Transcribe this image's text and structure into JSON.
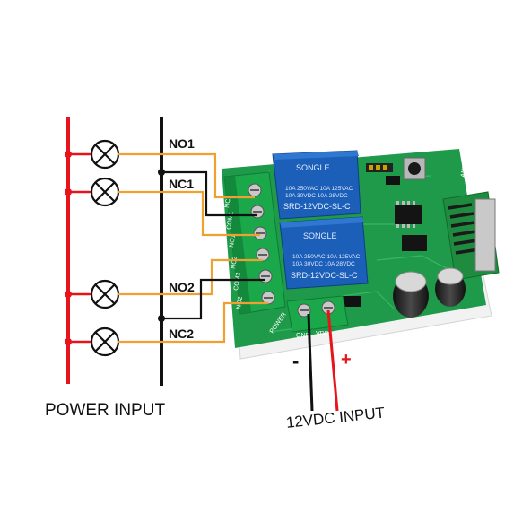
{
  "terminals": {
    "no1": "NO1",
    "nc1": "NC1",
    "no2": "NO2",
    "nc2": "NC2"
  },
  "power_input_label": "POWER INPUT",
  "dc_input": {
    "label": "12VDC INPUT",
    "minus": "-",
    "plus": "+"
  },
  "board": {
    "relay_brand": "SONGLE",
    "relay_model": "SRD-12VDC-SL-C",
    "relay_rating_1": "10A 250VAC  10A 125VAC",
    "relay_rating_2": "10A 30VDC   10A 28VDC",
    "terminal_labels": [
      "NC1",
      "COM1",
      "NO1",
      "NC2",
      "COM2",
      "NO2"
    ],
    "power_block": "POWER",
    "gnd": "GND",
    "vdd": "VDD",
    "ant": "ANT"
  },
  "colors": {
    "live_line": "#e8141b",
    "neutral_line": "#111111",
    "orange_wire": "#f0a030",
    "board_green": "#1f9a4a",
    "relay_blue": "#1c5fb8",
    "terminal_green": "#1aa84a"
  }
}
